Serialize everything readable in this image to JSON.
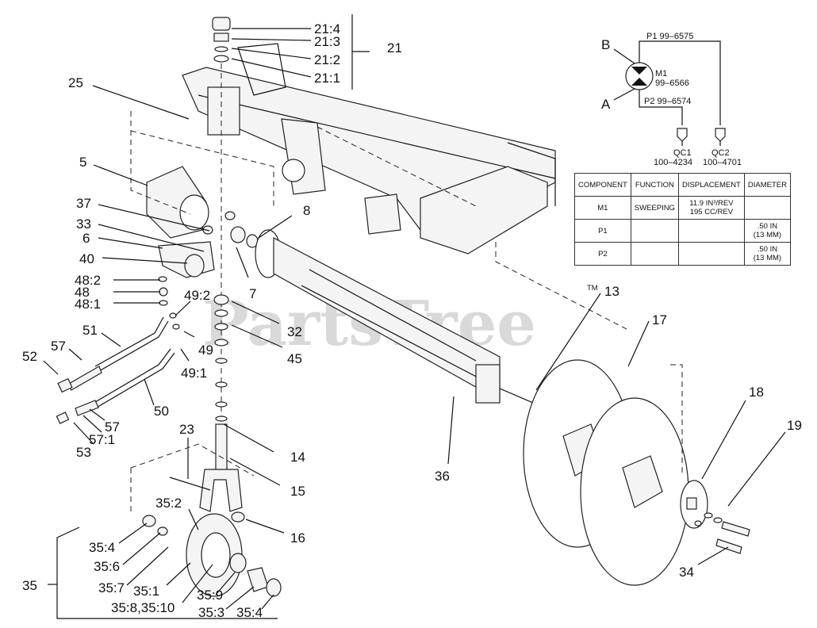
{
  "watermark": "PartsTree",
  "watermark_tm": "TM",
  "callouts": {
    "c21_4": "21:4",
    "c21_3": "21:3",
    "c21_2": "21:2",
    "c21_1": "21:1",
    "c21": "21",
    "c25": "25",
    "c5": "5",
    "c37": "37",
    "c33": "33",
    "c6": "6",
    "c40": "40",
    "c48_2": "48:2",
    "c48": "48",
    "c48_1": "48:1",
    "c51": "51",
    "c57a": "57",
    "c52": "52",
    "c49_2": "49:2",
    "c49": "49",
    "c49_1": "49:1",
    "c50": "50",
    "c57b": "57",
    "c57_1": "57:1",
    "c53": "53",
    "c8": "8",
    "c7": "7",
    "c32": "32",
    "c45": "45",
    "c13": "13",
    "c17": "17",
    "c18": "18",
    "c19": "19",
    "c36": "36",
    "c23": "23",
    "c14": "14",
    "c15": "15",
    "c16": "16",
    "c34": "34",
    "c35": "35",
    "c35_2": "35:2",
    "c35_4a": "35:4",
    "c35_6": "35:6",
    "c35_7": "35:7",
    "c35_1": "35:1",
    "c35_8_10": "35:8,35:10",
    "c35_9": "35:9",
    "c35_3": "35:3",
    "c35_4b": "35:4"
  },
  "hydraulic": {
    "port_b": "B",
    "port_a": "A",
    "p1_label": "P1 99–6575",
    "p2_label": "P2 99–6574",
    "motor_id": "M1",
    "motor_part": "99–6566",
    "qc1_label": "QC1",
    "qc1_part": "100–4234",
    "qc2_label": "QC2",
    "qc2_part": "100–4701"
  },
  "spec_table": {
    "headers": [
      "COMPONENT",
      "FUNCTION",
      "DISPLACEMENT",
      "DIAMETER"
    ],
    "rows": [
      {
        "component": "M1",
        "function": "SWEEPING",
        "disp1": "11.9 IN³/REV",
        "disp2": "195 CC/REV",
        "dia1": "",
        "dia2": ""
      },
      {
        "component": "P1",
        "function": "",
        "disp1": "",
        "disp2": "",
        "dia1": ".50 IN",
        "dia2": "(13 MM)"
      },
      {
        "component": "P2",
        "function": "",
        "disp1": "",
        "disp2": "",
        "dia1": ".50 IN",
        "dia2": "(13 MM)"
      }
    ]
  }
}
